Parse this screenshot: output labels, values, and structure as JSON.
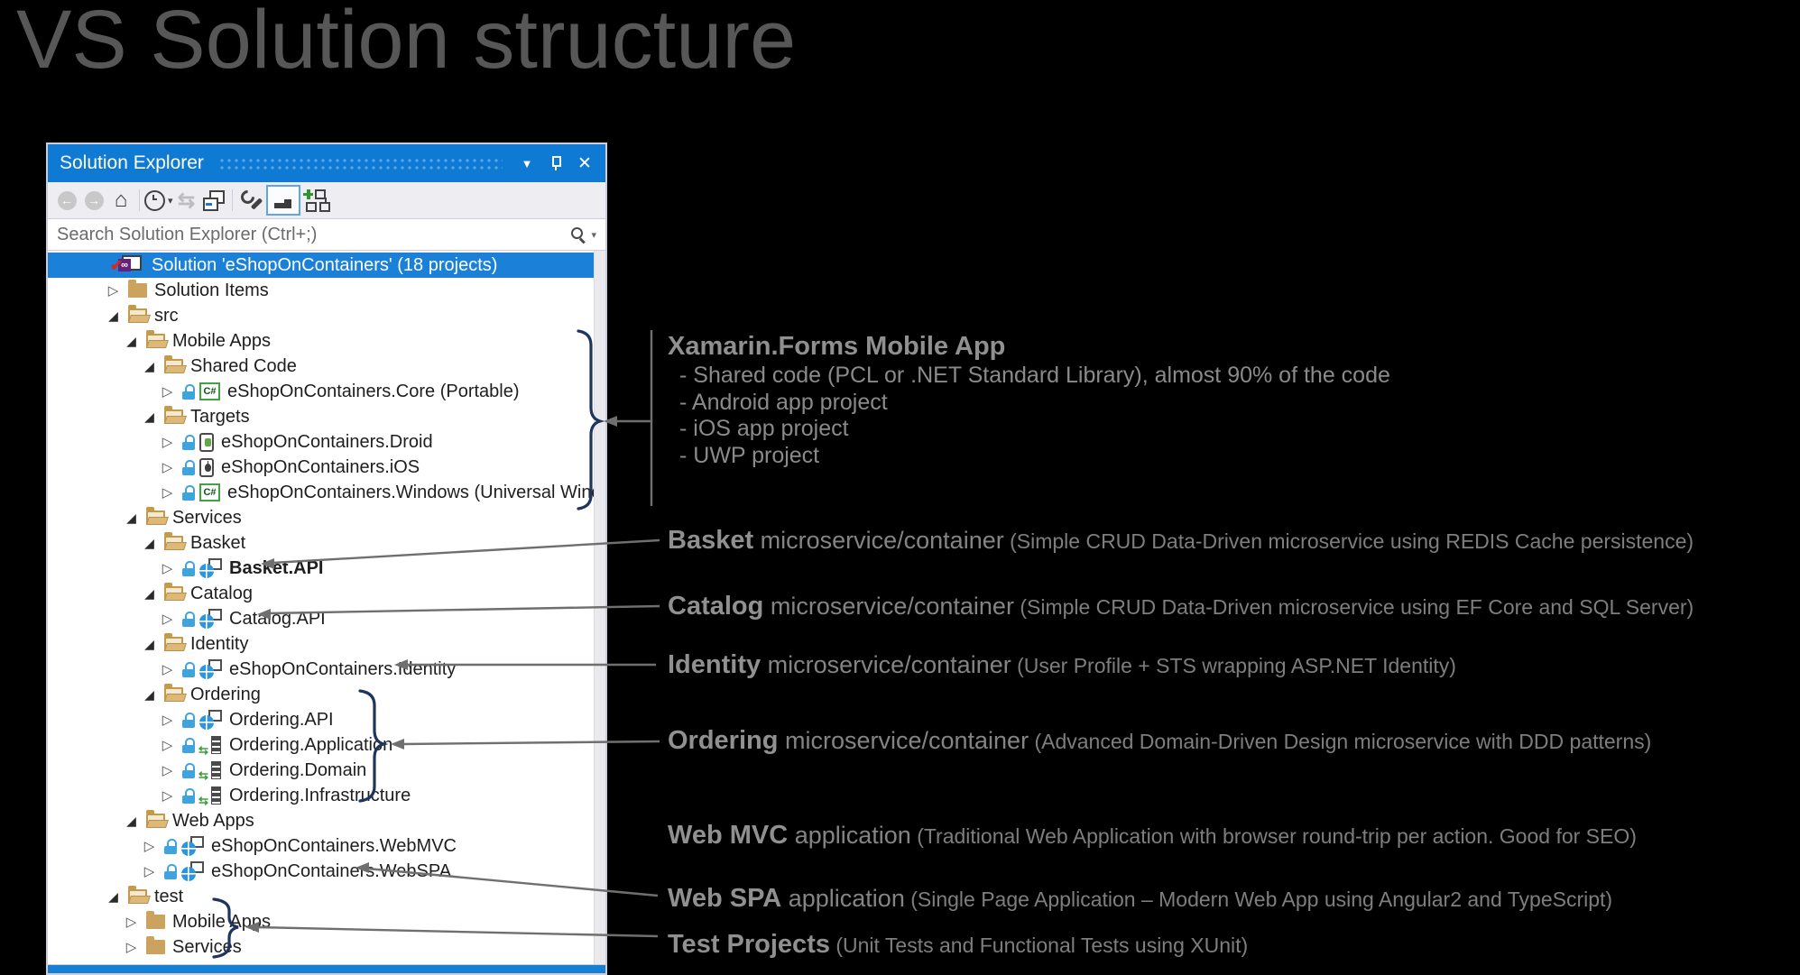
{
  "page": {
    "title": "VS Solution structure"
  },
  "panel": {
    "title": "Solution Explorer",
    "window_controls": [
      {
        "icon": "chevron-down-icon"
      },
      {
        "icon": "pin-icon"
      },
      {
        "icon": "close-icon",
        "glyph": "✕"
      }
    ],
    "toolbar": {
      "buttons": [
        "back",
        "forward",
        "home",
        "pending-changes-filter",
        "sync",
        "collapse-all",
        "properties",
        "show-all-files",
        "new-graph"
      ],
      "glyphs": {
        "back": "←",
        "forward": "→",
        "home": "⌂",
        "sync": "⇆",
        "filter_caret": "▾"
      }
    },
    "search": {
      "placeholder": "Search Solution Explorer (Ctrl+;)"
    },
    "tree": {
      "expander_glyphs": {
        "closed": "▷",
        "open": "◢"
      },
      "csharp_badge": "C#",
      "vs_logo_glyph": "∞",
      "lib_arrows_glyph": "⇆",
      "solution_check_glyph": "✔",
      "rows": [
        {
          "label": "Solution 'eShopOnContainers' (18 projects)",
          "level": 0,
          "expand": "none",
          "icon": "solution",
          "lock": false,
          "bold": false,
          "selected": true
        },
        {
          "label": "Solution Items",
          "level": 1,
          "expand": "closed",
          "icon": "folder-closed",
          "lock": false,
          "bold": false,
          "selected": false
        },
        {
          "label": "src",
          "level": 1,
          "expand": "open",
          "icon": "folder-open",
          "lock": false,
          "bold": false,
          "selected": false
        },
        {
          "label": "Mobile Apps",
          "level": 2,
          "expand": "open",
          "icon": "folder-open",
          "lock": false,
          "bold": false,
          "selected": false
        },
        {
          "label": "Shared Code",
          "level": 3,
          "expand": "open",
          "icon": "folder-open",
          "lock": false,
          "bold": false,
          "selected": false
        },
        {
          "label": "eShopOnContainers.Core (Portable)",
          "level": 4,
          "expand": "closed",
          "icon": "csharp",
          "lock": true,
          "bold": false,
          "selected": false
        },
        {
          "label": "Targets",
          "level": 3,
          "expand": "open",
          "icon": "folder-open",
          "lock": false,
          "bold": false,
          "selected": false
        },
        {
          "label": "eShopOnContainers.Droid",
          "level": 4,
          "expand": "closed",
          "icon": "droid",
          "lock": true,
          "bold": false,
          "selected": false
        },
        {
          "label": "eShopOnContainers.iOS",
          "level": 4,
          "expand": "closed",
          "icon": "ios",
          "lock": true,
          "bold": false,
          "selected": false
        },
        {
          "label": "eShopOnContainers.Windows (Universal Windows)",
          "level": 4,
          "expand": "closed",
          "icon": "csharp",
          "lock": true,
          "bold": false,
          "selected": false
        },
        {
          "label": "Services",
          "level": 2,
          "expand": "open",
          "icon": "folder-open",
          "lock": false,
          "bold": false,
          "selected": false
        },
        {
          "label": "Basket",
          "level": 3,
          "expand": "open",
          "icon": "folder-open",
          "lock": false,
          "bold": false,
          "selected": false
        },
        {
          "label": "Basket.API",
          "level": 4,
          "expand": "closed",
          "icon": "web",
          "lock": true,
          "bold": true,
          "selected": false
        },
        {
          "label": "Catalog",
          "level": 3,
          "expand": "open",
          "icon": "folder-open",
          "lock": false,
          "bold": false,
          "selected": false
        },
        {
          "label": "Catalog.API",
          "level": 4,
          "expand": "closed",
          "icon": "web",
          "lock": true,
          "bold": false,
          "selected": false
        },
        {
          "label": "Identity",
          "level": 3,
          "expand": "open",
          "icon": "folder-open",
          "lock": false,
          "bold": false,
          "selected": false
        },
        {
          "label": "eShopOnContainers.Identity",
          "level": 4,
          "expand": "closed",
          "icon": "web",
          "lock": true,
          "bold": false,
          "selected": false
        },
        {
          "label": "Ordering",
          "level": 3,
          "expand": "open",
          "icon": "folder-open",
          "lock": false,
          "bold": false,
          "selected": false
        },
        {
          "label": "Ordering.API",
          "level": 4,
          "expand": "closed",
          "icon": "web",
          "lock": true,
          "bold": false,
          "selected": false
        },
        {
          "label": "Ordering.Application",
          "level": 4,
          "expand": "closed",
          "icon": "lib",
          "lock": true,
          "bold": false,
          "selected": false
        },
        {
          "label": "Ordering.Domain",
          "level": 4,
          "expand": "closed",
          "icon": "lib",
          "lock": true,
          "bold": false,
          "selected": false
        },
        {
          "label": "Ordering.Infrastructure",
          "level": 4,
          "expand": "closed",
          "icon": "lib",
          "lock": true,
          "bold": false,
          "selected": false
        },
        {
          "label": "Web Apps",
          "level": 2,
          "expand": "open",
          "icon": "folder-open",
          "lock": false,
          "bold": false,
          "selected": false
        },
        {
          "label": "eShopOnContainers.WebMVC",
          "level": 3,
          "expand": "closed",
          "icon": "web",
          "lock": true,
          "bold": false,
          "selected": false
        },
        {
          "label": "eShopOnContainers.WebSPA",
          "level": 3,
          "expand": "closed",
          "icon": "web",
          "lock": true,
          "bold": false,
          "selected": false
        },
        {
          "label": "test",
          "level": 1,
          "expand": "open",
          "icon": "folder-open",
          "lock": false,
          "bold": false,
          "selected": false
        },
        {
          "label": "Mobile Apps",
          "level": 2,
          "expand": "closed",
          "icon": "folder-closed",
          "lock": false,
          "bold": false,
          "selected": false
        },
        {
          "label": "Services",
          "level": 2,
          "expand": "closed",
          "icon": "folder-closed",
          "lock": false,
          "bold": false,
          "selected": false
        }
      ]
    }
  },
  "annotations": {
    "xamarin": {
      "heading": "Xamarin.Forms Mobile App",
      "bullets": [
        "- Shared code (PCL or .NET Standard Library), almost 90% of the code",
        "- Android app project",
        "- iOS app project",
        "- UWP project"
      ]
    },
    "items": [
      {
        "bold": "Basket",
        "mid": "microservice/container",
        "paren": "(Simple CRUD Data-Driven microservice using REDIS Cache persistence)"
      },
      {
        "bold": "Catalog",
        "mid": "microservice/container",
        "paren": "(Simple CRUD Data-Driven microservice using EF Core and SQL Server)"
      },
      {
        "bold": "Identity",
        "mid": "microservice/container",
        "paren": "(User Profile + STS wrapping ASP.NET Identity)"
      },
      {
        "bold": "Ordering",
        "mid": "microservice/container",
        "paren": "(Advanced Domain-Driven Design microservice with DDD patterns)"
      },
      {
        "bold": "Web MVC",
        "mid": "application",
        "paren": "(Traditional Web Application with browser round-trip per action. Good for SEO)"
      },
      {
        "bold": "Web SPA",
        "mid": "application",
        "paren": "(Single Page Application – Modern Web App using Angular2 and TypeScript)"
      },
      {
        "bold": "Test Projects",
        "mid": "",
        "paren": "(Unit Tests and Functional Tests using XUnit)"
      }
    ]
  },
  "colors": {
    "titlebar_blue": "#0E7AD3",
    "selection_blue": "#1B80D8",
    "panel_border": "#CCCEDB",
    "toolbar_bg": "#EEEEF2",
    "folder_tan": "#CBA35E",
    "lock_blue": "#3FA3DC",
    "brace_navy": "#1E355E",
    "connector_gray": "#6F6F6F",
    "title_gray": "#575757",
    "annotation_gray": "#848484"
  }
}
